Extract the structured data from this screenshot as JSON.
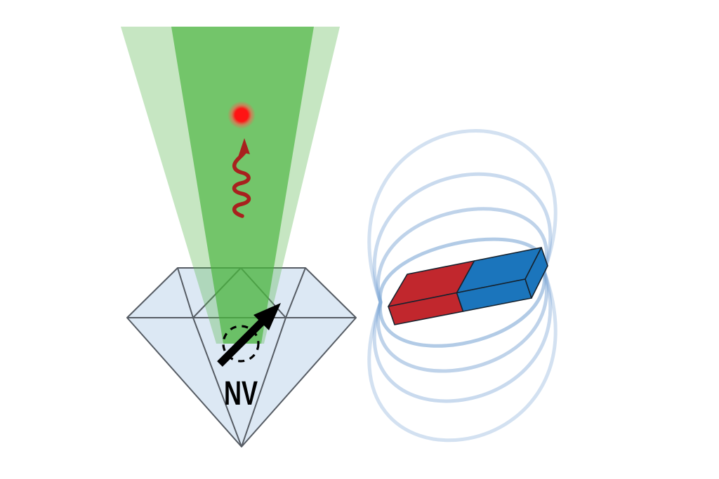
{
  "figure": {
    "name": "NV center in diamond with green laser excitation, red photon emission, and bar magnet dipole field",
    "background_color": "#ffffff"
  },
  "laser_beam": {
    "outer_color": "#5cb84f",
    "outer_opacity": "0.35",
    "inner_color": "#47b33a",
    "inner_opacity": "0.65"
  },
  "photon": {
    "dot_core_color": "#ff1414",
    "dot_glow_color": "#ff5a4d",
    "wavy_arrow_color": "#a8211e"
  },
  "diamond": {
    "fill_color": "#dce8f4",
    "stroke_color": "#565c64",
    "nv_label": "NV",
    "nv_label_color": "#000000",
    "spin_arrow_color": "#000000",
    "precession_circle_color": "#000000"
  },
  "magnet": {
    "red_pole_color": "#c1272d",
    "blue_pole_color": "#1b75bc",
    "outline_color": "#16222e"
  },
  "field_lines": {
    "color": "#7fa8d6",
    "opacities": [
      "0.60",
      "0.50",
      "0.42",
      "0.34"
    ]
  }
}
